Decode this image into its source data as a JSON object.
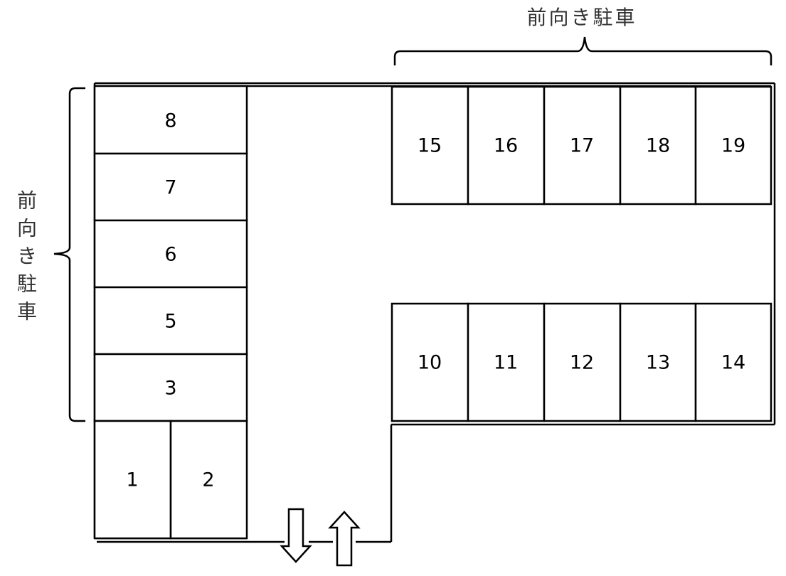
{
  "labels": {
    "top": "前向き駐車",
    "left_chars": [
      "前",
      "向",
      "き",
      "駐",
      "車"
    ]
  },
  "spaces": {
    "left_column": [
      "8",
      "7",
      "6",
      "5",
      "3"
    ],
    "bottom_pair": [
      "1",
      "2"
    ],
    "top_row": [
      "15",
      "16",
      "17",
      "18",
      "19"
    ],
    "middle_row": [
      "10",
      "11",
      "12",
      "13",
      "14"
    ]
  },
  "arrows": {
    "exit": "down-arrow-icon",
    "entrance": "up-arrow-icon"
  }
}
